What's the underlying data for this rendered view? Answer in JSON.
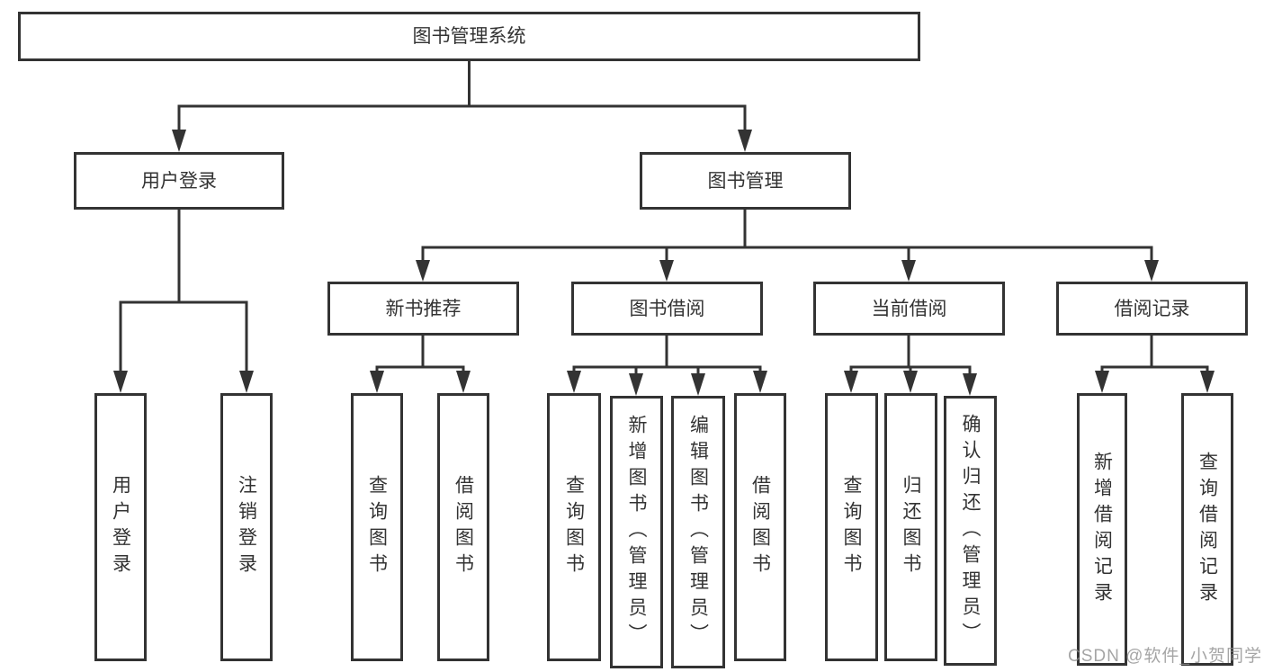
{
  "diagram": {
    "type": "hierarchy",
    "root": {
      "label": "图书管理系统",
      "children": [
        {
          "label": "用户登录",
          "children": [
            {
              "label": "用户登录"
            },
            {
              "label": "注销登录"
            }
          ]
        },
        {
          "label": "图书管理",
          "children": [
            {
              "label": "新书推荐",
              "children": [
                {
                  "label": "查询图书"
                },
                {
                  "label": "借阅图书"
                }
              ]
            },
            {
              "label": "图书借阅",
              "children": [
                {
                  "label": "查询图书"
                },
                {
                  "label": "新增图书（管理员）"
                },
                {
                  "label": "编辑图书（管理员）"
                },
                {
                  "label": "借阅图书"
                }
              ]
            },
            {
              "label": "当前借阅",
              "children": [
                {
                  "label": "查询图书"
                },
                {
                  "label": "归还图书"
                },
                {
                  "label": "确认归还（管理员）"
                }
              ]
            },
            {
              "label": "借阅记录",
              "children": [
                {
                  "label": "新增借阅记录"
                },
                {
                  "label": "查询借阅记录"
                }
              ]
            }
          ]
        }
      ]
    },
    "colors": {
      "line": "#333333",
      "text": "#333333",
      "box_background": "#ffffff",
      "page_background": "#ffffff",
      "watermark": "#8c8c8c"
    }
  },
  "watermark": {
    "text": "CSDN @软件_小贺同学"
  }
}
